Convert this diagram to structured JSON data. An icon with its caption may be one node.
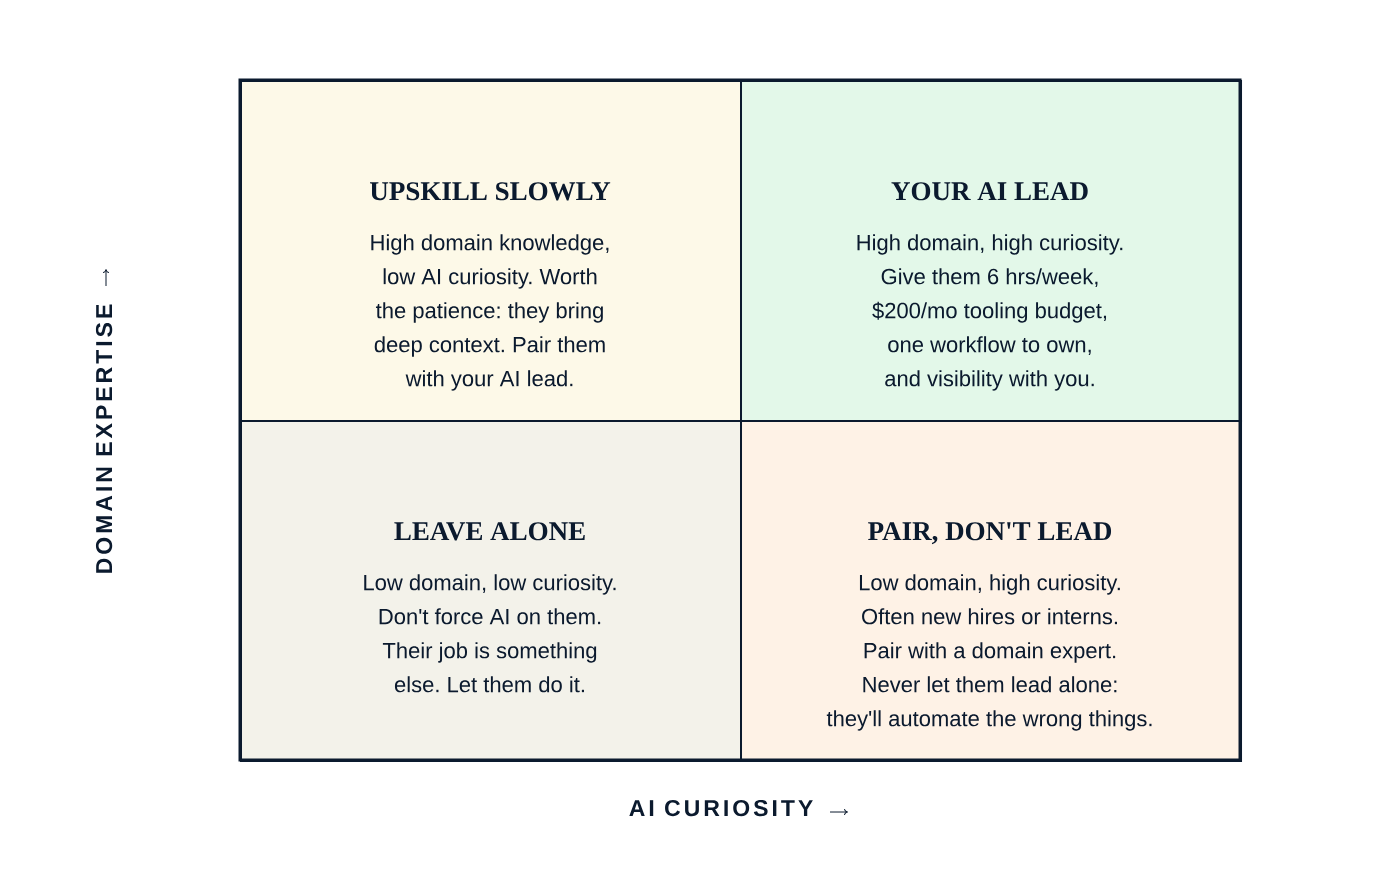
{
  "diagram": {
    "nodes": [
      {
        "text": [
          "UPSKILL SLOWLY",
          "High domain knowledge, low AI curiosity. Worth the patience: they bring deep context. Pair them with your AI lead."
        ]
      },
      {
        "text": [
          "YOUR AI LEAD",
          "High domain, high curiosity. Give them 6 hrs/week, $200/mo tooling budget, one workflow to own, and visibility with you."
        ]
      },
      {
        "text": [
          "LEAVE ALONE",
          "Low domain, low curiosity. Don't force AI on them. Their job is something else. Let them do it."
        ]
      },
      {
        "text": [
          "PAIR, DON'T LEAD",
          "Low domain, high curiosity. Often new hires or interns. Pair with a domain expert. Never let them lead alone: they'll automate the wrong things."
        ]
      }
    ],
    "edges": [],
    "labels": [
      "DOMAIN EXPERTISE",
      "AI CURIOSITY"
    ]
  }
}
